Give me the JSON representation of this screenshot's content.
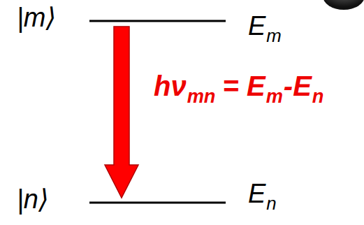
{
  "diagram": {
    "labels": [
      "|m⟩",
      "E",
      "m",
      "hν",
      "mn",
      "= E",
      "m",
      "-E",
      "n",
      "|n⟩",
      "E",
      "n"
    ]
  }
}
